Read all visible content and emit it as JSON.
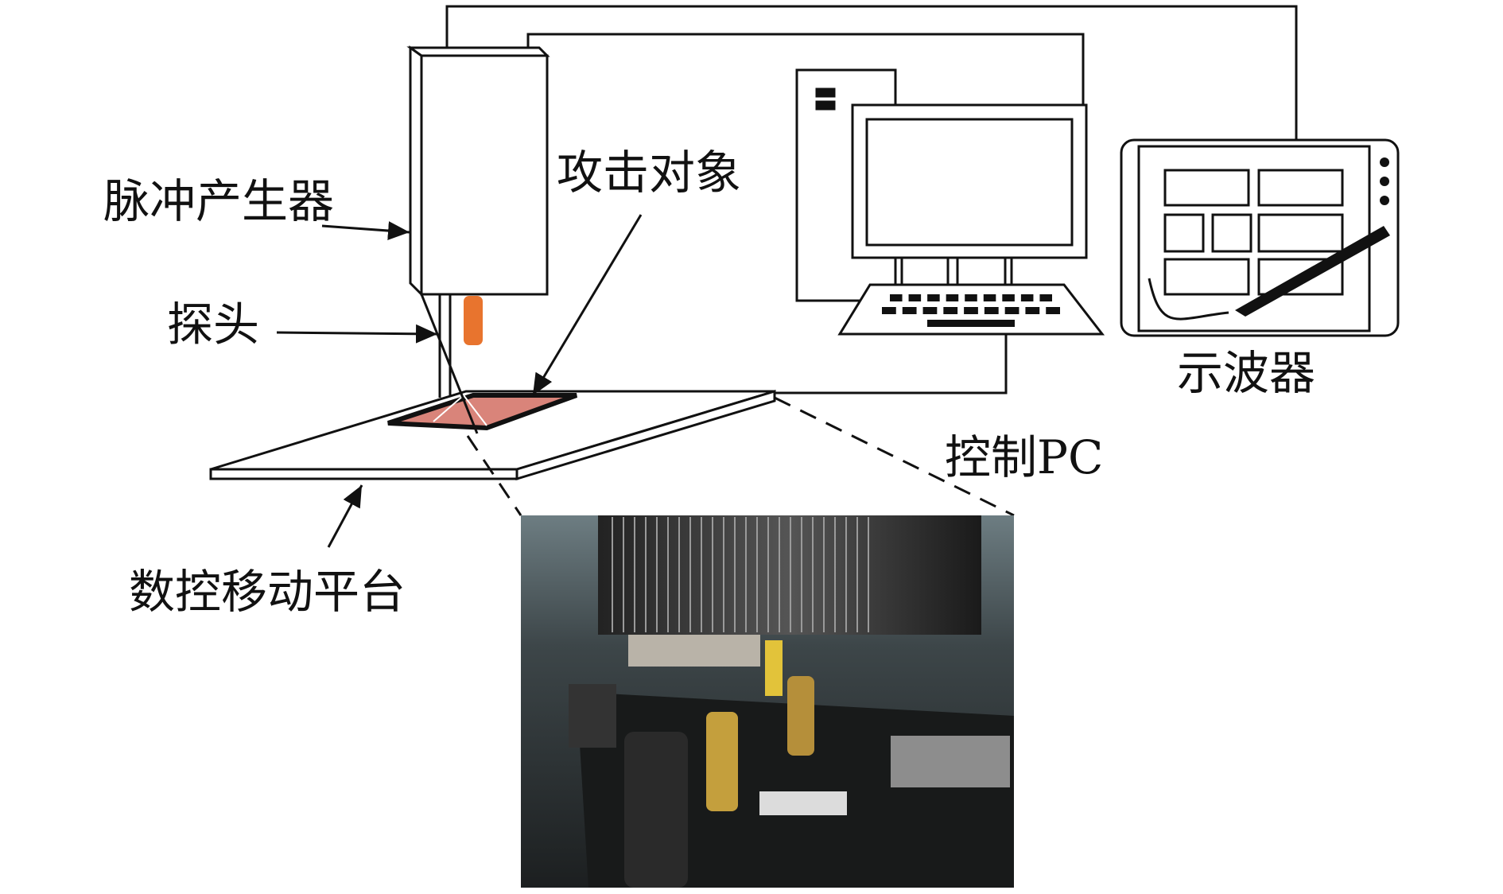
{
  "labels": {
    "pulse_generator": "脉冲产生器",
    "probe": "探头",
    "attack_target": "攻击对象",
    "cnc_platform": "数控移动平台",
    "control_pc": "控制PC",
    "oscilloscope": "示波器"
  },
  "colors": {
    "line": "#111111",
    "probe_tip": "#e8742e",
    "target_chip": "#d9847a",
    "photo_bg": "#4c5b60"
  },
  "icons": {
    "computer": "desktop-computer-icon",
    "oscilloscope": "oscilloscope-icon"
  }
}
